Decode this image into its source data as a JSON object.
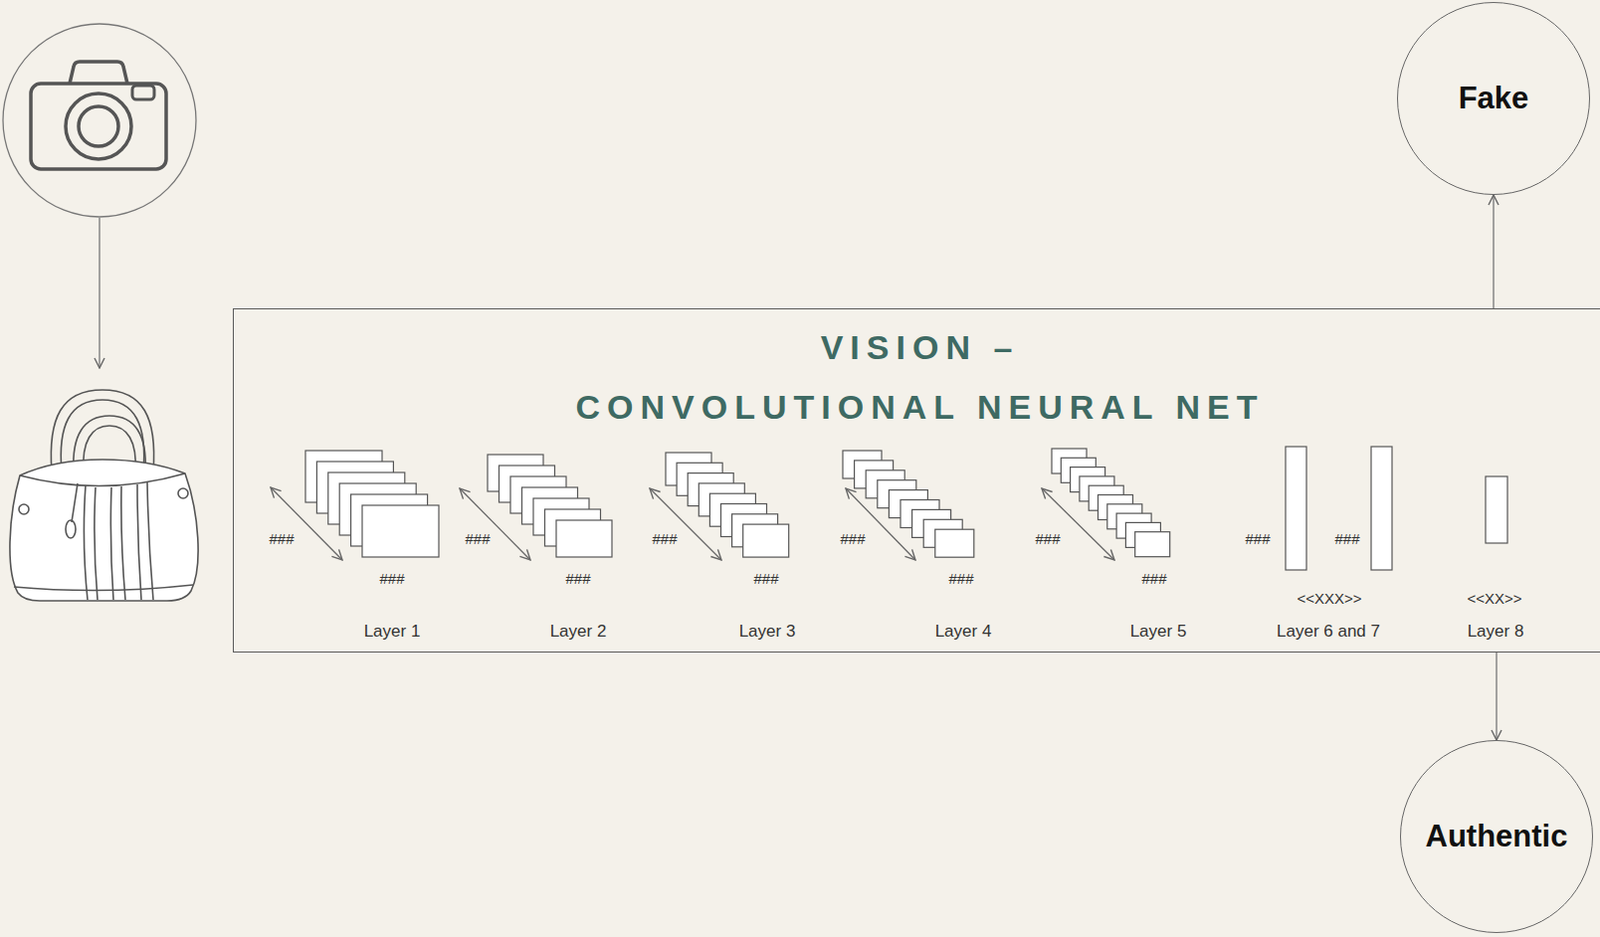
{
  "diagram": {
    "nodes": [
      {
        "text": [
          "VISION –",
          "CONVOLUTIONAL NEURAL NET"
        ]
      },
      {
        "text": [
          "Fake"
        ]
      },
      {
        "text": [
          "Authentic"
        ]
      }
    ],
    "edges": [
      {
        "from": 0,
        "to": 1,
        "arrow": "to"
      },
      {
        "from": 0,
        "to": 2,
        "arrow": "to"
      }
    ],
    "labels": [
      "###",
      "###",
      "Layer 1",
      "###",
      "###",
      "Layer 2",
      "###",
      "###",
      "Layer 3",
      "###",
      "###",
      "Layer 4",
      "###",
      "###",
      "Layer 5",
      "###",
      "###",
      "<<XXX>>",
      "Layer 6 and 7",
      "<<XX>>",
      "Layer 8"
    ]
  }
}
